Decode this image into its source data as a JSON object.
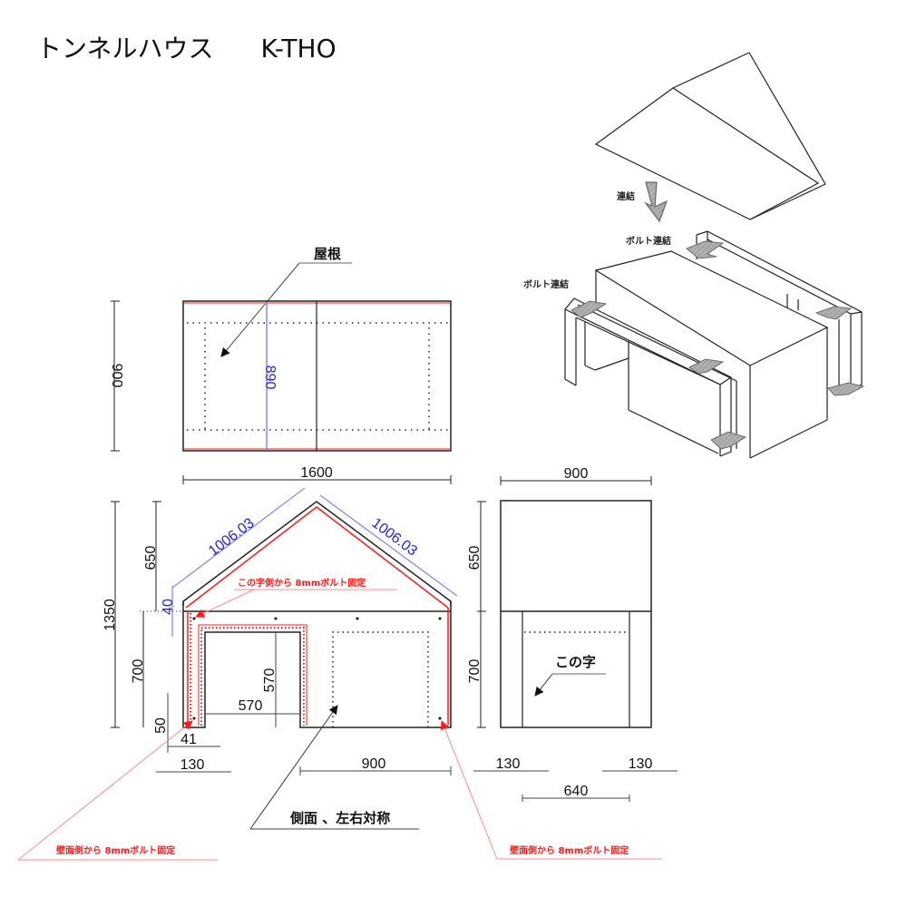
{
  "title": {
    "name": "トンネルハウス",
    "code": "K-THO"
  },
  "colors": {
    "line": "#222222",
    "red": "#ff1a1a",
    "blue": "#2a2aee",
    "pink": "#ff8a8a",
    "arrow_fill": "#a8a8a8"
  },
  "isometric": {
    "labels": {
      "connect": "連結",
      "bolt_connect_top": "ボルト連結",
      "bolt_connect_left": "ボルト連結"
    }
  },
  "roof_plan": {
    "label": "屋根",
    "dims": {
      "depth": "900",
      "inner": "890",
      "width": "1600"
    }
  },
  "front_view": {
    "dims": {
      "total_height": "1350",
      "roof_height": "650",
      "eave": "40",
      "wall_height": "700",
      "base": "50",
      "slope_left": "1006.03",
      "slope_right": "1006.03",
      "opening_height": "570",
      "opening_width": "570",
      "bolt_offset": "41",
      "wall_thickness": "130",
      "panel_width": "900"
    },
    "notes": {
      "top": "この字側から 8mmボルト固定",
      "bottom_left": "壁面側から 8mmボルト固定",
      "bottom_right": "壁面側から 8mmボルト固定",
      "side": "側面 、左右対称"
    }
  },
  "side_view": {
    "label": "この字",
    "dims": {
      "width": "900",
      "roof_height": "650",
      "wall_height": "700",
      "left_wall": "130",
      "right_wall": "130",
      "inner": "640"
    }
  }
}
